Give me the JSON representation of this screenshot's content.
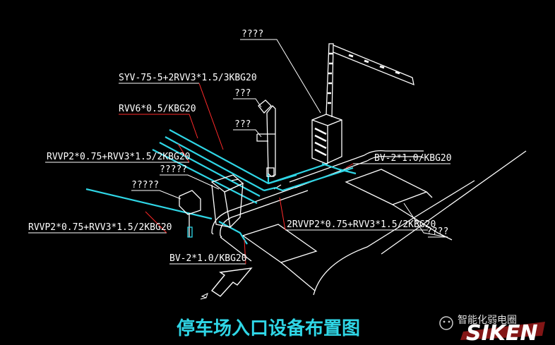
{
  "title": "停车场入口设备布置图",
  "labels": {
    "barrier": "????",
    "cable_syv": "SYV-75-5+2RVV3*1.5/3KBG20",
    "camera_a": "???",
    "cable_rvv6": "RVV6*0.5/KBG20",
    "camera_b": "???",
    "cable_rvvp_upper": "RVVP2*0.75+RVV3*1.5/2KBG20",
    "cable_bv_right": "BV-2*1.0/KBG20",
    "ticket_machine": "?????",
    "sign_board": "?????",
    "cable_rvvp_lower": "RVVP2*0.75+RVV3*1.5/2KBG20",
    "cable_2rvvp": "2RVVP2*0.75+RVV3*1.5/2KBG20",
    "loop_detector": "????",
    "cable_bv_left": "BV-2*1.0/KBG20"
  },
  "watermark": {
    "text": "智能化弱电圈",
    "brand": "SIKEN"
  },
  "colors": {
    "background": "#000000",
    "line": "#ffffff",
    "cable": "#2fd6e6",
    "leader": "#ff2a2a",
    "title": "#2fd6e6"
  }
}
